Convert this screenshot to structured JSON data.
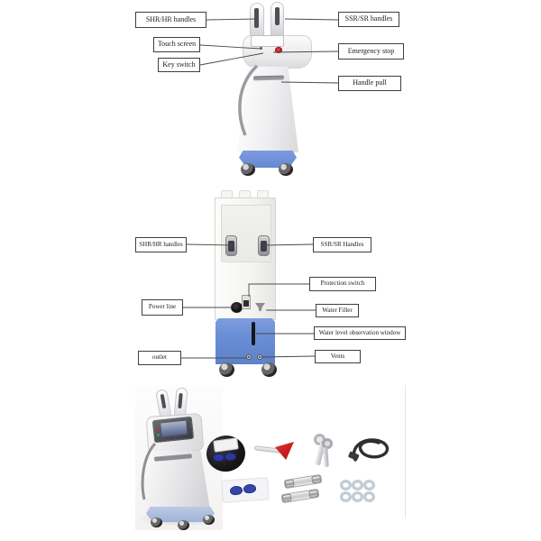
{
  "front": {
    "shr_hr": "SHR/HR handles",
    "touch_screen": "Touch screen",
    "key_switch": "Key switch",
    "ssr_sr": "SSR/SR handles",
    "emergency_stop": "Emergency stop",
    "handle_pull": "Handle pull"
  },
  "back": {
    "shr_hr": "SHR/HR handles",
    "ssr_sr": "SSR/SR Handles",
    "protection_switch": "Protection switch",
    "power_line": "Power line",
    "water_filler": "Water Filler",
    "water_level_window": "Water level observation window",
    "outlet": "outlet",
    "vents": "Vents"
  },
  "colors": {
    "machine_blue": "#6b8fd6",
    "photo_base_blue": "#b9c6e2",
    "emergency_red": "#c01818",
    "funnel_red": "#c41c1c",
    "goggles_blue": "#2c3a9e"
  }
}
